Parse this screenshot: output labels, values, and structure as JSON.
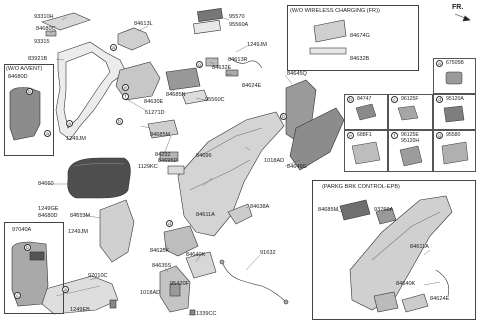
{
  "direction_label": "FR.",
  "boxes": {
    "avent_title": "(W/O A/VENT)",
    "wireless_title": "(W/O WIRELESS CHARGING (FR))",
    "epb_title": "(PARKG BRK CONTROL-EPB)"
  },
  "parts": {
    "p93310H": "93310H",
    "p84680C": "84680C",
    "p93315": "93315",
    "p84613L": "84613L",
    "p95570": "95570",
    "p95560A": "95560A",
    "p1249JM_top": "1249JM",
    "p84674G": "84674G",
    "p84632B": "84632B",
    "p83921B": "83921B",
    "p84632E": "84632E",
    "p84613R": "84613R",
    "p84624E_top": "84624E",
    "p84680D_avent": "84680D",
    "p84630E": "84630E",
    "p84685N": "84685N",
    "p95560C": "95560C",
    "p84645Q": "84645Q",
    "p51271D": "51271D",
    "p84685M_mid": "84685M",
    "p1249JM_left": "1249JM",
    "p84232": "84232",
    "p84695D": "84695D",
    "p84696": "84696",
    "p1129KC": "1129KC",
    "p1018AD_mid": "1018AD",
    "p84645G": "84645G",
    "p84660": "84660",
    "p1249GE": "1249GE",
    "p84680D": "84680D",
    "p84613M": "84613M",
    "p84611A_mid": "84611A",
    "p84638A": "84638A",
    "p97040A": "97040A",
    "p1249JM_low": "1249JM",
    "p84625K": "84625K",
    "p84640K_mid": "84640K",
    "p91632": "91632",
    "p97010C": "97010C",
    "p84635S": "84635S",
    "p95420F": "95420F",
    "p1018AD_low": "1018AD",
    "p1249EB": "1249EB",
    "p1339CC": "1339CC",
    "p84685M_epb": "84685M",
    "p93766A": "93766A",
    "p84611A_epb": "84611A",
    "p84640K_epb": "84640K",
    "p84624E_epb": "84624E"
  },
  "legend": {
    "a_letter": "a",
    "a_part": "67505B",
    "b_letter": "b",
    "b_part": "84747",
    "c_letter": "c",
    "c_part": "96125F",
    "d_letter": "d",
    "d_part": "95120A",
    "e_letter": "e",
    "e_part": "688F1",
    "f_letter": "f",
    "f_part1": "96125E",
    "f_part2": "95120H",
    "g_letter": "g",
    "g_part": "95580"
  },
  "callouts": {
    "a": "a",
    "b": "b",
    "c": "c",
    "d": "d",
    "e": "e",
    "f": "f",
    "g": "g"
  },
  "colors": {
    "line": "#333333",
    "part_fill_light": "#e2e2e2",
    "part_fill_mid": "#c9c9c9",
    "part_fill_dark": "#8f8f8f",
    "pad_fill": "#6f6f6f"
  }
}
